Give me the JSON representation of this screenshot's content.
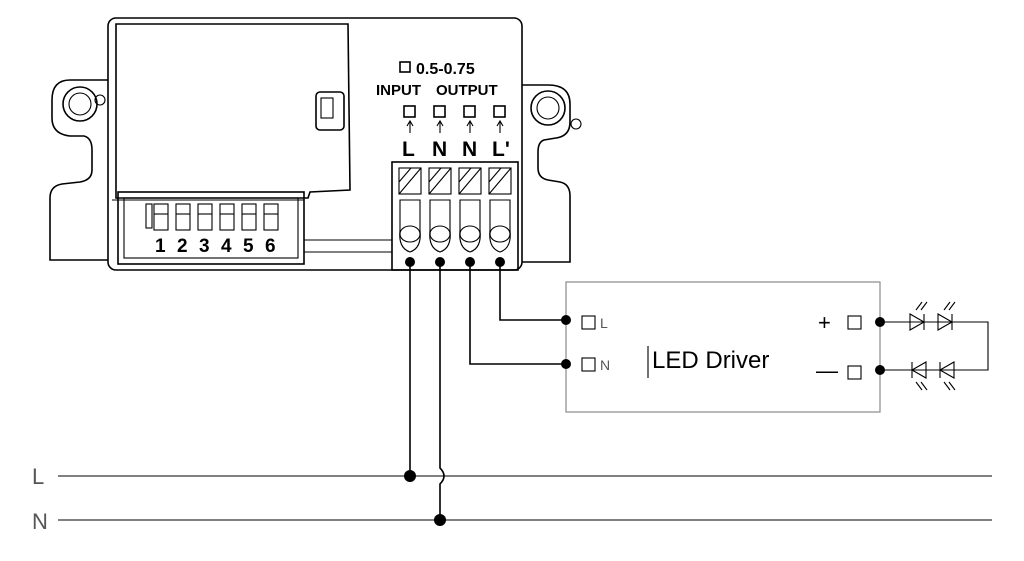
{
  "sensor": {
    "wire_size_label": "0.5-0.75",
    "input_label": "INPUT",
    "output_label": "OUTPUT",
    "terminals": [
      "L",
      "N",
      "N",
      "L'"
    ],
    "dip_numbers": [
      "1",
      "2",
      "3",
      "4",
      "5",
      "6"
    ]
  },
  "driver": {
    "title": "LED Driver",
    "input_terminals": [
      "L",
      "N"
    ],
    "output_plus": "+",
    "output_minus": "—"
  },
  "mains": {
    "line_label": "L",
    "neutral_label": "N"
  },
  "colors": {
    "stroke": "#000000",
    "background": "#ffffff",
    "label_grey": "#555555"
  }
}
